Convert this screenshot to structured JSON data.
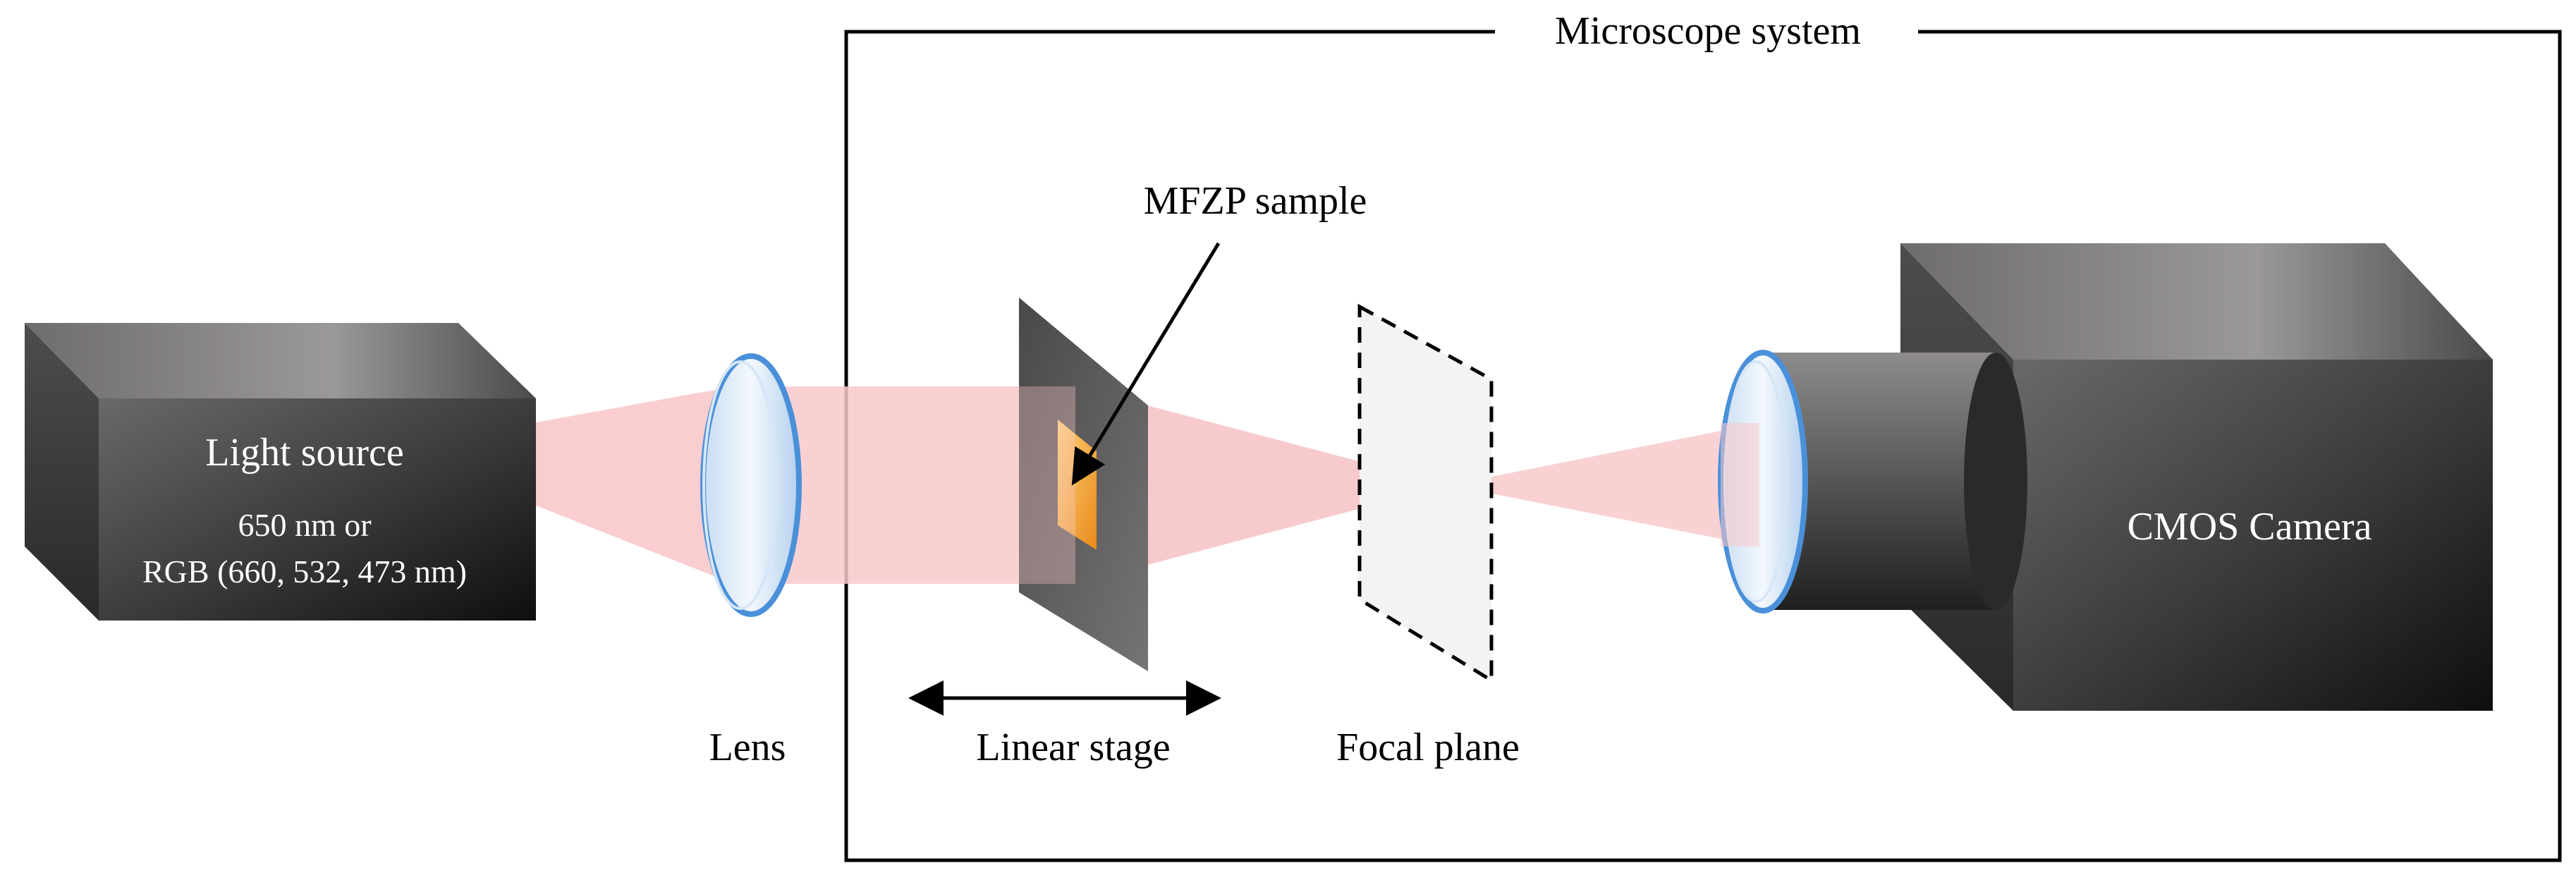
{
  "diagram": {
    "system_title": "Microscope system",
    "light_source": {
      "title": "Light source",
      "line1": "650 nm or",
      "line2": "RGB (660, 532, 473 nm)"
    },
    "lens_label": "Lens",
    "sample_label": "MFZP sample",
    "stage_label": "Linear stage",
    "focal_label": "Focal plane",
    "camera_label": "CMOS Camera"
  },
  "colors": {
    "beam": "#f9c9cb",
    "box_front": "#3c3b3b",
    "sample": "#f2a23a",
    "lens_edge": "#4a90d9"
  }
}
